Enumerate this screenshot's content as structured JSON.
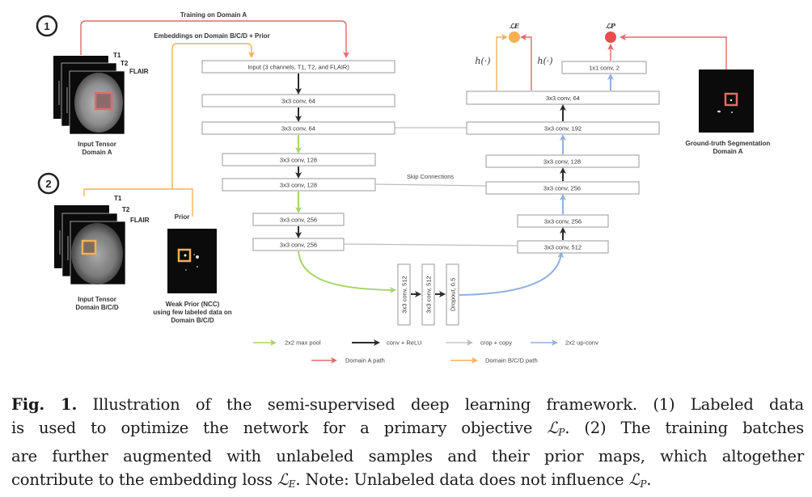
{
  "figure": {
    "step_markers": [
      "1",
      "2"
    ],
    "paths": {
      "training_label": "Training on Domain A",
      "embeddings_label": "Embeddings on Domain B/C/D + Prior"
    },
    "domain_a": {
      "channels": [
        "T1",
        "T2",
        "FLAIR"
      ],
      "tensor_label": [
        "Input Tensor",
        "Domain A"
      ]
    },
    "domain_bcd": {
      "channels": [
        "T1",
        "T2",
        "FLAIR"
      ],
      "tensor_label": [
        "Input Tensor",
        "Domain B/C/D"
      ],
      "prior_label": "Prior",
      "prior_caption": [
        "Weak Prior (NCC)",
        "using few labeled data on",
        "Domain B/C/D"
      ]
    },
    "ground_truth": {
      "caption": [
        "Ground-truth Segmentation",
        "Domain A"
      ]
    },
    "encoder": [
      "Input (3 channels, T1, T2, and FLAIR)",
      "3x3 conv, 64",
      "3x3 conv, 64",
      "3x3 conv, 128",
      "3x3 conv, 128",
      "3x3 conv, 256",
      "3x3 conv, 256"
    ],
    "bottleneck": [
      "3x3 conv, 512",
      "3x3 conv, 512",
      "Dropout, 0.5"
    ],
    "decoder": [
      "3x3 conv, 512",
      "3x3 conv, 256",
      "3x3 conv, 256",
      "3x3 conv, 128",
      "3x3 conv, 192",
      "3x3 conv, 64"
    ],
    "output_conv": "1x1 conv, 2",
    "skip_label": "Skip Connections",
    "h_label": "h(·)",
    "loss_e": "ℒE",
    "loss_p": "ℒP",
    "legend": [
      {
        "label": "2x2 max pool",
        "color": "#a6d46a"
      },
      {
        "label": "conv + ReLU",
        "color": "#2b2b2b"
      },
      {
        "label": "crop + copy",
        "color": "#bdbdbd"
      },
      {
        "label": "2x2 up-conv",
        "color": "#8fb0dd"
      },
      {
        "label": "Domain A path",
        "color": "#e26a6a"
      },
      {
        "label": "Domain B/C/D path",
        "color": "#f2b05a"
      }
    ],
    "colors": {
      "red": "#e26a6a",
      "orange": "#f2b05a",
      "green": "#a6d46a",
      "blue": "#8fb0dd",
      "dark": "#2b2b2b",
      "gray": "#bdbdbd",
      "loss_e": "#f5b04f",
      "loss_p": "#ea4d4d"
    }
  },
  "caption": {
    "fig_label": "Fig. 1.",
    "line1": "Illustration of the semi-supervised deep learning framework. (1) Labeled data",
    "line2_a": "is used to optimize the network for a primary objective",
    "line2_b": ". (2) The training batches",
    "line3": "are further augmented with unlabeled samples and their prior maps, which altogether",
    "line4_a": "contribute to the embedding loss",
    "line4_b": ". Note: Unlabeled data does not influence",
    "line4_c": ".",
    "loss_p_symbol": "ℒ",
    "loss_p_sub": "P",
    "loss_e_symbol": "ℒ",
    "loss_e_sub": "E"
  }
}
